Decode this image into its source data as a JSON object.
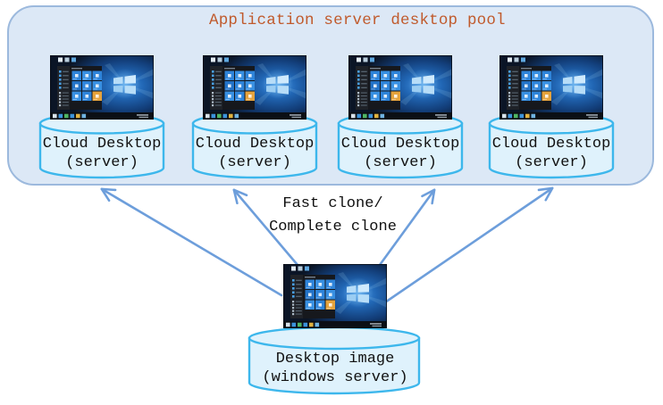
{
  "colors": {
    "pool-fill": "#dce8f6",
    "pool-stroke": "#9cb9dd",
    "cyl-fill": "#dff2fc",
    "cyl-stroke": "#3db7ec",
    "arrow": "#6d9edb",
    "title": "#c05a2c",
    "label": "#111111"
  },
  "pool": {
    "title": "Application server desktop pool",
    "nodes": [
      {
        "line1": "Cloud Desktop",
        "line2": "(server)"
      },
      {
        "line1": "Cloud Desktop",
        "line2": "(server)"
      },
      {
        "line1": "Cloud Desktop",
        "line2": "(server)"
      },
      {
        "line1": "Cloud Desktop",
        "line2": "(server)"
      }
    ]
  },
  "clone_label": {
    "line1": "Fast clone/",
    "line2": "Complete clone"
  },
  "source": {
    "line1": "Desktop image",
    "line2": "(windows server)"
  },
  "icons": {
    "thumbnail": "windows10-desktop-thumbnail",
    "arrow": "open-arrowhead"
  }
}
